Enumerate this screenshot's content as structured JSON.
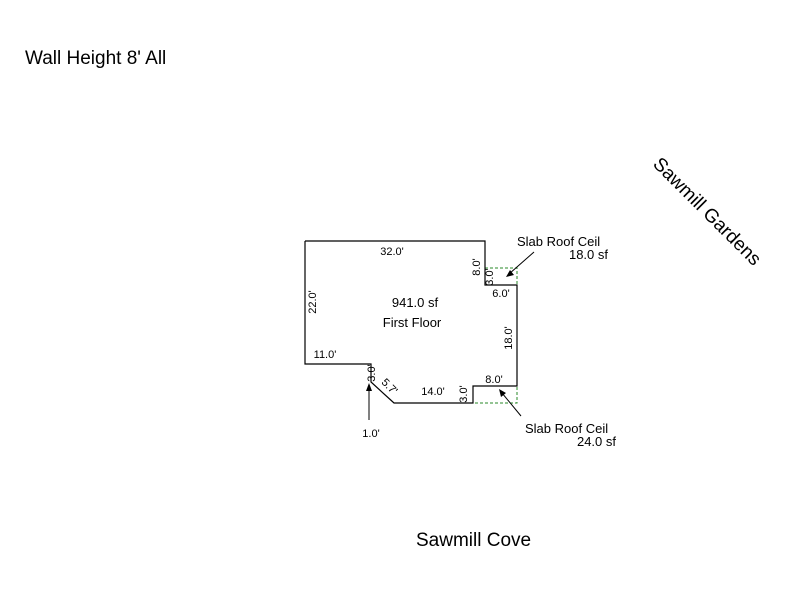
{
  "wall_height_note": "Wall Height 8' All",
  "street_east": "Sawmill Gardens",
  "street_south": "Sawmill Cove",
  "first_floor": {
    "area": "941.0 sf",
    "name": "First Floor"
  },
  "dimensions": {
    "top": "32.0'",
    "left": "22.0'",
    "notch_top_vertical": "8.0'",
    "notch_top_inner": "3.0'",
    "notch_top_horizontal": "6.0'",
    "right": "18.0'",
    "notch_bottom_horizontal": "8.0'",
    "notch_bottom_vertical": "3.0'",
    "bottom": "14.0'",
    "diagonal": "5.7'",
    "step_vertical": "3.0'",
    "lower_left": "11.0'",
    "pointer": "1.0'"
  },
  "slab_top": {
    "label": "Slab Roof Ceil",
    "area": "18.0 sf"
  },
  "slab_bottom": {
    "label": "Slab Roof Ceil",
    "area": "24.0 sf"
  }
}
